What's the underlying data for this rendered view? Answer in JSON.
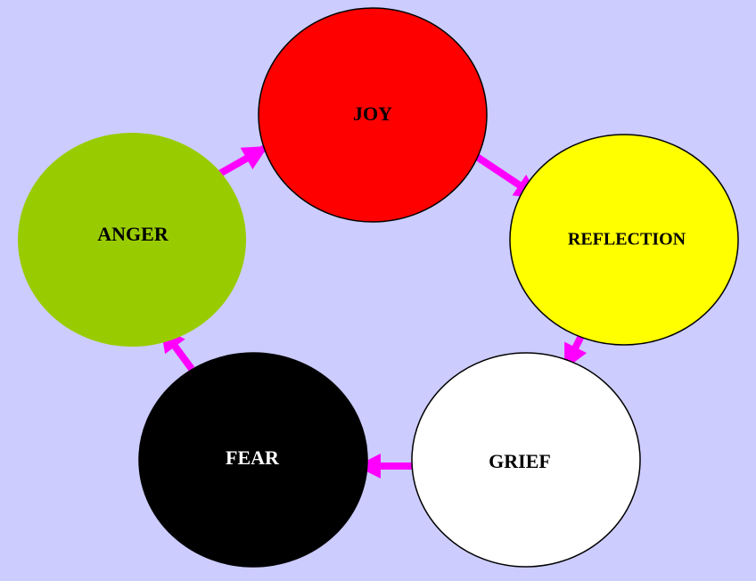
{
  "colors": {
    "background": "#CCCCFF",
    "arrow": "#FF00FF",
    "outline": "#000000"
  },
  "nodes": [
    {
      "id": "joy",
      "label": "JOY",
      "fill": "#FF0000",
      "text_color": "#000000"
    },
    {
      "id": "reflection",
      "label": "REFLECTION",
      "fill": "#FFFF00",
      "text_color": "#000000"
    },
    {
      "id": "grief",
      "label": "GRIEF",
      "fill": "#FFFFFF",
      "text_color": "#000000"
    },
    {
      "id": "fear",
      "label": "FEAR",
      "fill": "#000000",
      "text_color": "#FFFFFF"
    },
    {
      "id": "anger",
      "label": "ANGER",
      "fill": "#99CC00",
      "text_color": "#000000"
    }
  ],
  "edges": [
    {
      "from": "joy",
      "to": "reflection"
    },
    {
      "from": "reflection",
      "to": "grief"
    },
    {
      "from": "grief",
      "to": "fear"
    },
    {
      "from": "fear",
      "to": "anger"
    },
    {
      "from": "anger",
      "to": "joy"
    }
  ]
}
